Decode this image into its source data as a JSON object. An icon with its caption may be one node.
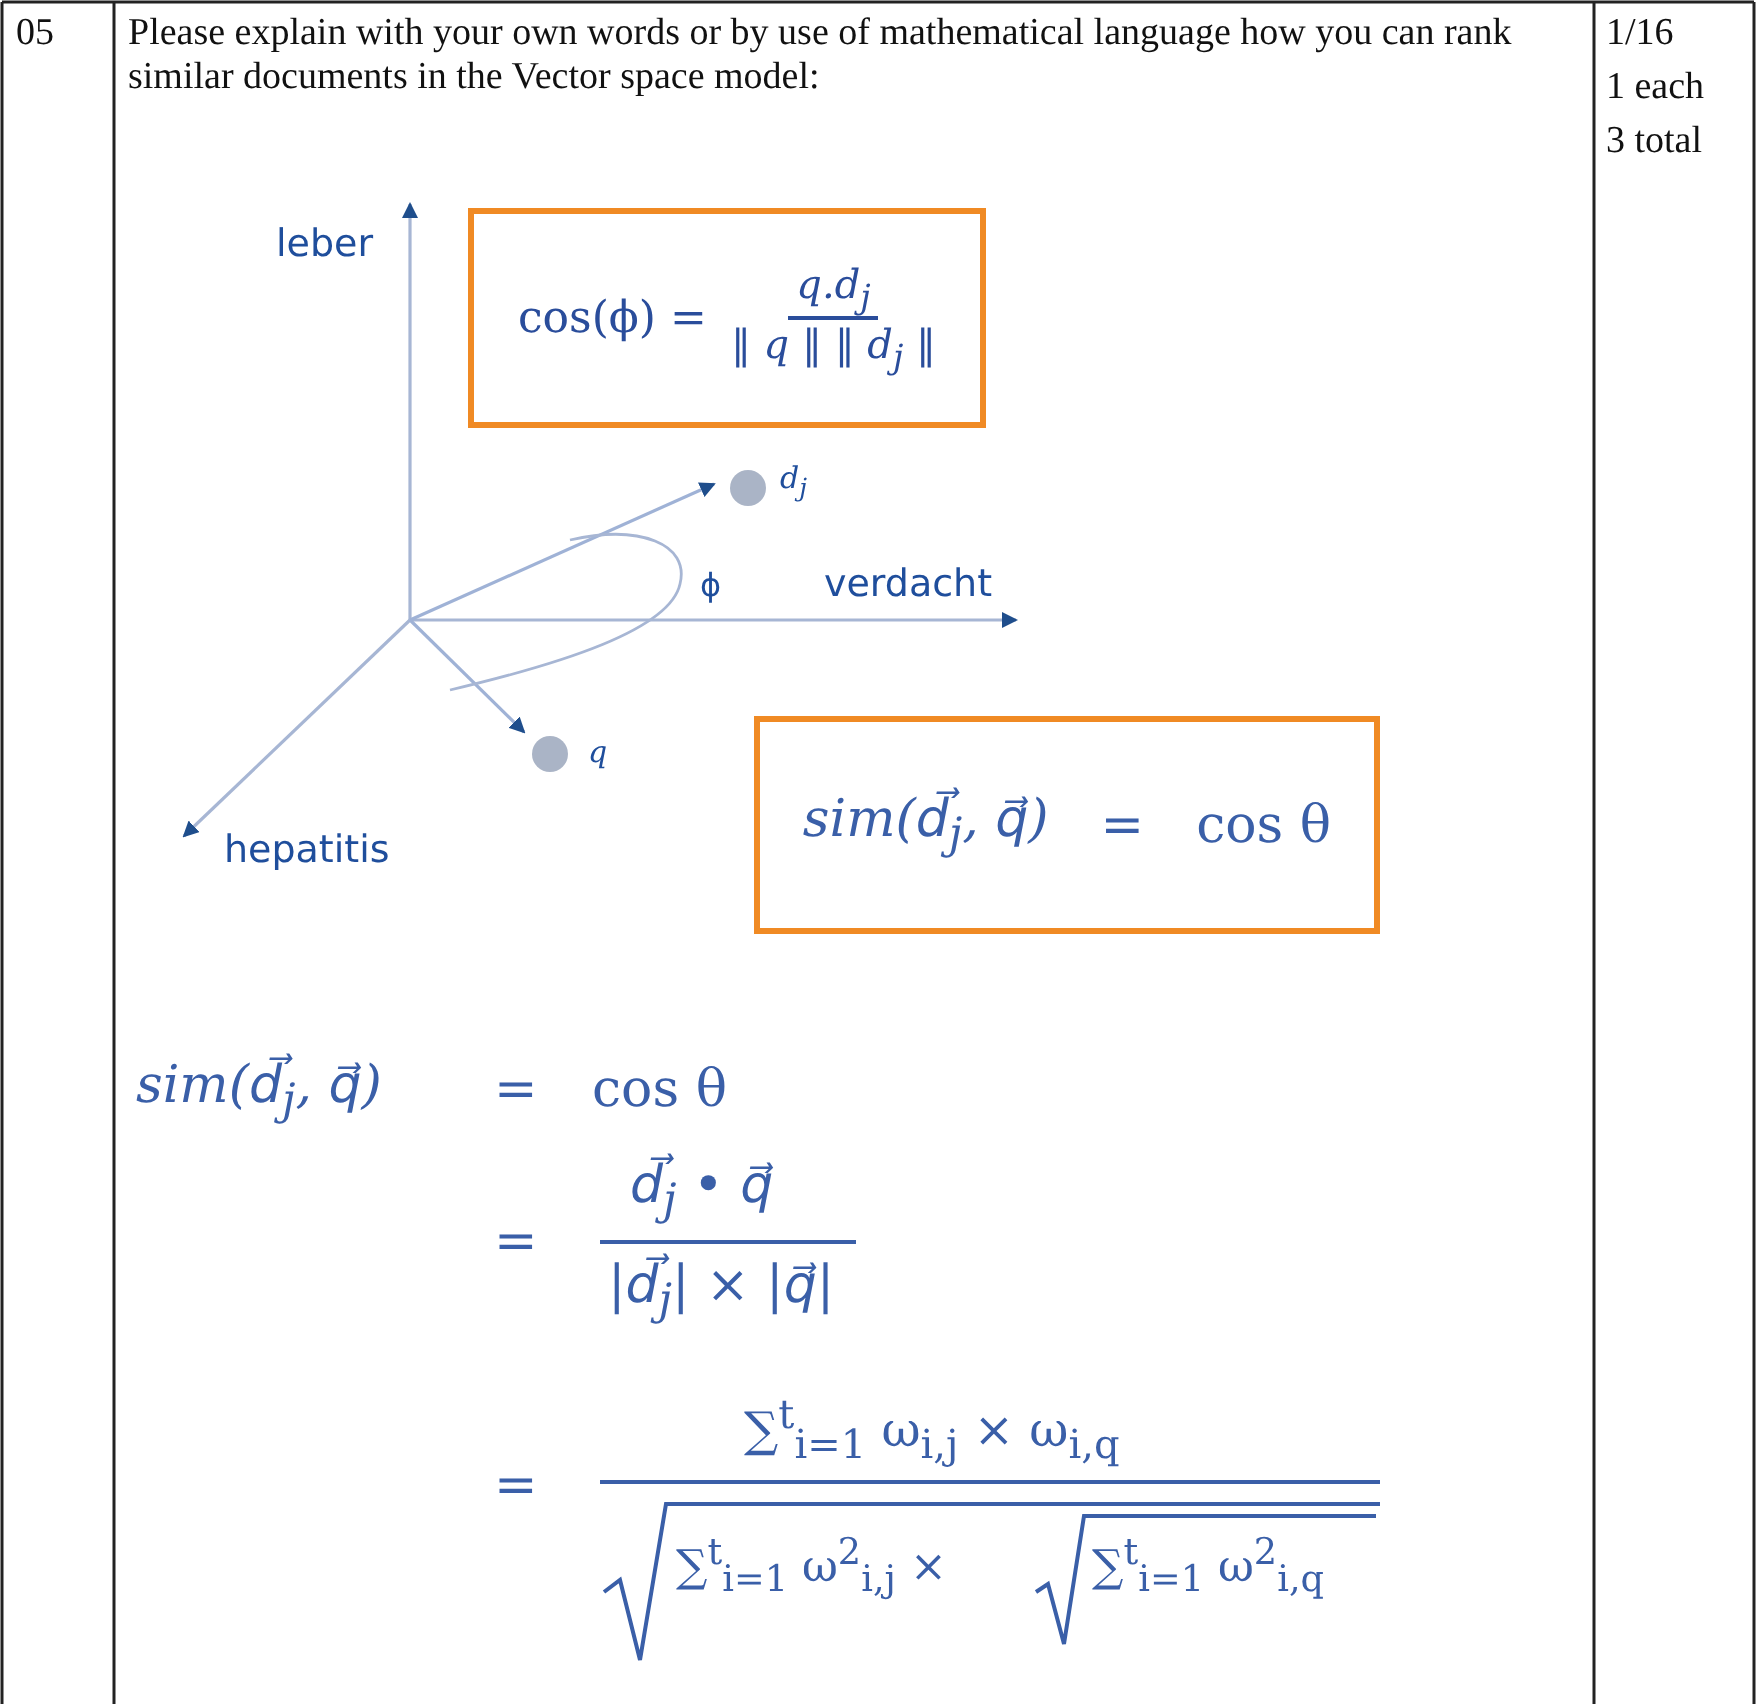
{
  "diagram": {
    "nodes": [
      {
        "text": [
          "cos(ϕ) =",
          "q.d$_{j}$",
          "‖ q ‖ ‖ d$_{j}$ ‖"
        ]
      },
      {
        "text": [
          "sim(d⃗$_{j}$, q⃗)",
          "=",
          "cos θ"
        ]
      }
    ],
    "edges": [],
    "labels": [
      "05",
      "Please explain with your own words or by use of mathematical language how you can rank similar documents in the Vector space model:",
      "1/16",
      "1 each",
      "3 total",
      "leber",
      "d$_{j}$",
      "ϕ",
      "verdacht",
      "q",
      "hepatitis",
      "sim(d⃗$_{j}$, q⃗)",
      "=",
      "cos θ",
      "=",
      "d⃗$_{j}$ • q⃗",
      "|d⃗$_{j}$| × |q⃗|",
      "=",
      "∑$^{t}$$_{i=1}$ ω$_{i,j}$ × ω$_{i,q}$",
      "∑$^{t}$$_{i=1}$ ω$^{2}$$_{i,j}$ ×",
      "∑$^{t}$$_{i=1}$ ω$^{2}$$_{i,q}$"
    ]
  }
}
